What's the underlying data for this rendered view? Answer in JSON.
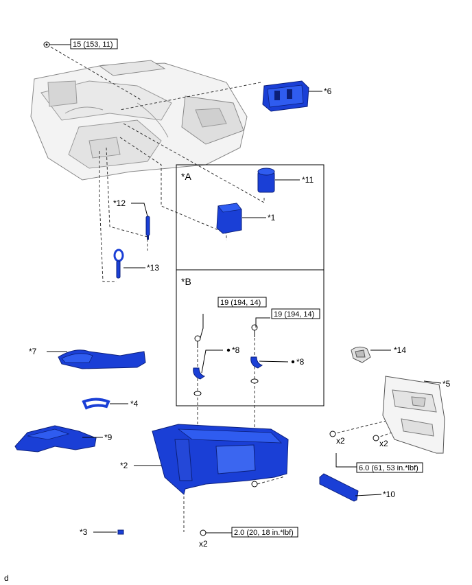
{
  "sections": {
    "a": "*A",
    "b": "*B"
  },
  "parts": {
    "p1": "*1",
    "p2": "*2",
    "p3": "*3",
    "p4": "*4",
    "p5": "*5",
    "p6": "*6",
    "p7": "*7",
    "p8a": "*8",
    "p8b": "*8",
    "p9": "*9",
    "p10": "*10",
    "p11": "*11",
    "p12": "*12",
    "p13": "*13",
    "p14": "*14"
  },
  "torques": {
    "t1": "15 (153, 11)",
    "t2": "19 (194, 14)",
    "t3": "19 (194, 14)",
    "t4": "6.0 (61, 53 in.*lbf)",
    "t5": "2.0 (20, 18 in.*lbf)"
  },
  "quantities": {
    "q1": "x2",
    "q2": "x2",
    "q3": "x2"
  },
  "footer": {
    "code": "d"
  },
  "colors": {
    "part": "#1a3fd6",
    "outline": "#000000"
  }
}
